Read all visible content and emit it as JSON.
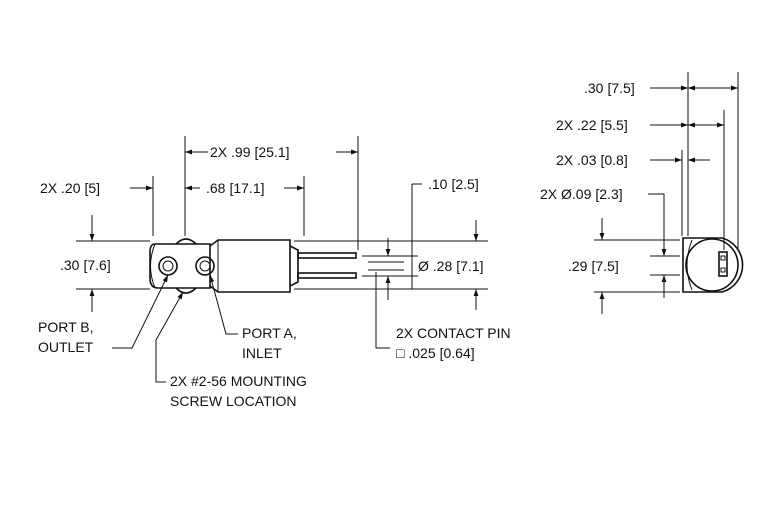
{
  "left_view": {
    "overall_length": {
      "qty": "2X",
      "value": ".99",
      "metric": "25.1"
    },
    "port_spacing": {
      "value": ".68",
      "metric": "17.1"
    },
    "port_offset": {
      "qty": "2X",
      "value": ".20",
      "metric": "5"
    },
    "body_height": {
      "value": ".30",
      "metric": "7.6"
    },
    "pin_offset": {
      "value": ".10",
      "metric": "2.5"
    },
    "body_diameter": {
      "symbol": "Ø",
      "value": ".28",
      "metric": "7.1"
    }
  },
  "labels": {
    "port_b": [
      "PORT B,",
      "OUTLET"
    ],
    "port_a": [
      "PORT A,",
      "INLET"
    ],
    "screw": [
      "2X #2-56 MOUNTING",
      "SCREW LOCATION"
    ],
    "contact_pin": {
      "title": "2X CONTACT PIN",
      "symbol": "□",
      "value": ".025",
      "metric": "0.64"
    }
  },
  "right_view": {
    "width_total": {
      "value": ".30",
      "metric": "7.5"
    },
    "width_inner": {
      "qty": "2X",
      "value": ".22",
      "metric": "5.5"
    },
    "gap": {
      "qty": "2X",
      "value": ".03",
      "metric": "0.8"
    },
    "hole_dia": {
      "qty": "2X",
      "symbol": "Ø",
      "value": ".09",
      "metric": "2.3"
    },
    "height": {
      "value": ".29",
      "metric": "7.5"
    }
  }
}
